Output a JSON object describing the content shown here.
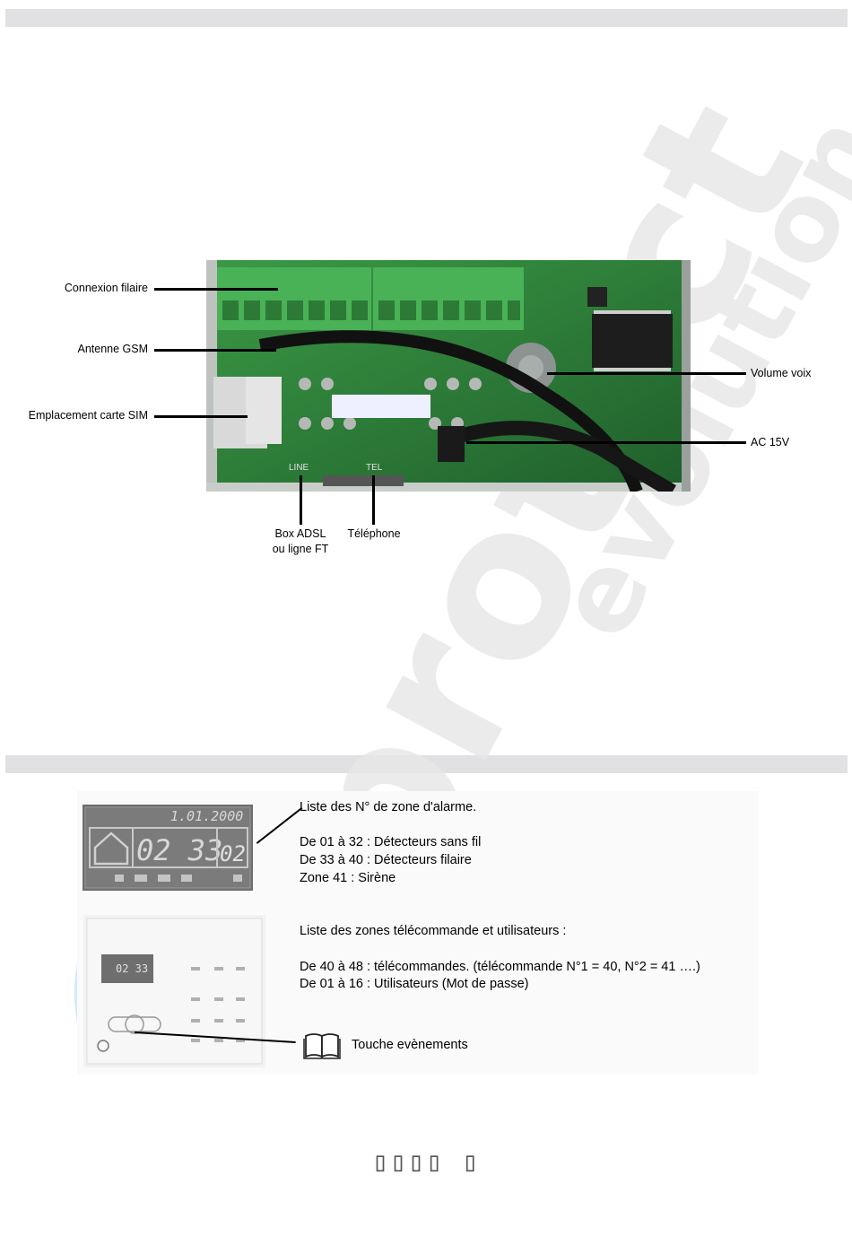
{
  "watermark": {
    "brand": "protect",
    "sub": "evolution"
  },
  "section1": {
    "callouts": {
      "connexion_filaire": "Connexion filaire",
      "antenne_gsm": "Antenne GSM",
      "emplacement_sim": "Emplacement carte SIM",
      "volume_voix": "Volume voix",
      "ac_15v": "AC 15V",
      "box_adsl_line1": "Box ADSL",
      "box_adsl_line2": "ou ligne FT",
      "telephone": "Téléphone"
    },
    "board_print": {
      "line": "LINE",
      "tel": "TEL"
    }
  },
  "section2": {
    "lcd": {
      "date": "1.01.2000",
      "digits": "02 33",
      "zone": "02",
      "small_digits": "02 33"
    },
    "zone_list_title": "Liste des N° de zone d'alarme.",
    "zone_lines": [
      "De 01 à 32 : Détecteurs sans fil",
      "De 33 à 40 : Détecteurs filaire",
      "Zone 41 : Sirène"
    ],
    "remote_title": "Liste des zones télécommande et utilisateurs :",
    "remote_lines": [
      "De 40 à 48 : télécommandes. (télécommande N°1 = 40, N°2 = 41 ….)",
      "De 01 à 16 : Utilisateurs (Mot de passe)"
    ],
    "events_key": "Touche evènements"
  },
  "footer": {
    "page": "▯▯▯▯ ▯"
  },
  "colors": {
    "band": "#e1e1e3",
    "pcb": "#2e8a3a",
    "watermark_grey": "#e6e6e6",
    "watermark_blue": "#cfe8f7"
  }
}
